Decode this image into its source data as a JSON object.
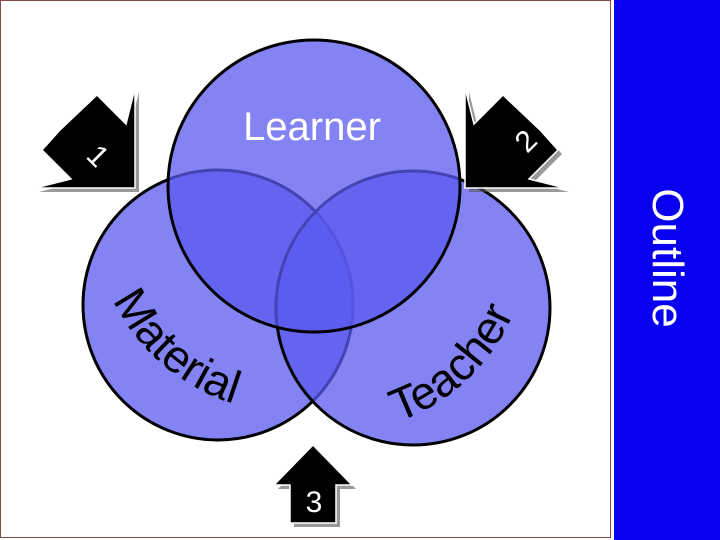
{
  "sidebar": {
    "title": "Outline"
  },
  "diagram": {
    "circles": [
      {
        "id": "learner",
        "label": "Learner"
      },
      {
        "id": "material",
        "label": "Material"
      },
      {
        "id": "teacher",
        "label": "Teacher"
      }
    ],
    "arrows": [
      {
        "id": "arrow-1",
        "label": "1"
      },
      {
        "id": "arrow-2",
        "label": "2"
      },
      {
        "id": "arrow-3",
        "label": "3"
      }
    ]
  },
  "colors": {
    "circle_fill": "#5a5af0",
    "circle_fill_opacity": 0.75,
    "circle_stroke": "#000000",
    "arrow_fill": "#000000",
    "arrow_label": "#ffffff",
    "sidebar": "#0a00f0"
  }
}
